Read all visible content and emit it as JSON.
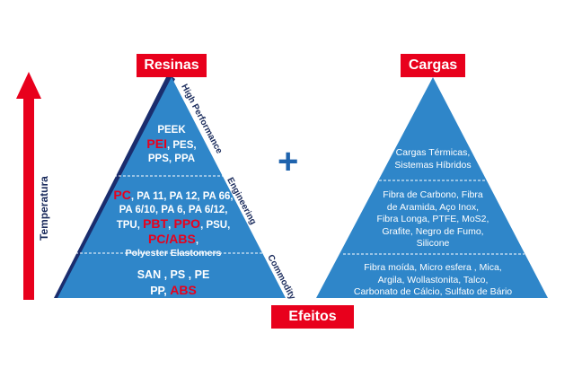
{
  "labels": {
    "resinas": "Resinas",
    "cargas": "Cargas",
    "efeitos": "Efeitos",
    "temperatura": "Temperatura",
    "plus": "+"
  },
  "resin_pyramid": {
    "side_labels": [
      "High Performance",
      "Engineering",
      "Commodity"
    ],
    "high_performance": {
      "line1": "PEEK",
      "line2_red": "PEI",
      "line2_rest": ", PES,",
      "line3": "PPS, PPA"
    },
    "engineering": {
      "l1_red": "PC",
      "l1_rest": ", PA 11, PA 12, PA 66,",
      "l2": "PA 6/10, PA 6, PA 6/12,",
      "l3_a": "TPU, ",
      "l3_red1": "PBT",
      "l3_b": ", ",
      "l3_red2": "PPO",
      "l3_c": ", PSU,",
      "l4_red": "PC/ABS",
      "l4_rest": ","
    },
    "polyester": "Polyester Elastomers",
    "commodity": {
      "l1": "SAN , PS , PE",
      "l2_a": "PP, ",
      "l2_red": "ABS"
    }
  },
  "cargas_pyramid": {
    "tier1": [
      "Cargas Térmicas,",
      "Sistemas Híbridos"
    ],
    "tier2": [
      "Fibra de Carbono, Fibra",
      "de Aramida, Aço Inox,",
      "Fibra Longa, PTFE, MoS2,",
      "Grafite, Negro de Fumo,",
      "Silicone"
    ],
    "tier3": [
      "Fibra moída, Micro esfera , Mica,",
      "Argila, Wollastonita, Talco,",
      "Carbonato de Cálcio, Sulfato de Bário"
    ]
  },
  "colors": {
    "pyramid_blue": "#2f86c9",
    "pyramid_shadow": "#1a2d6e",
    "accent_red": "#e8001c",
    "divider": "#ffffff"
  }
}
